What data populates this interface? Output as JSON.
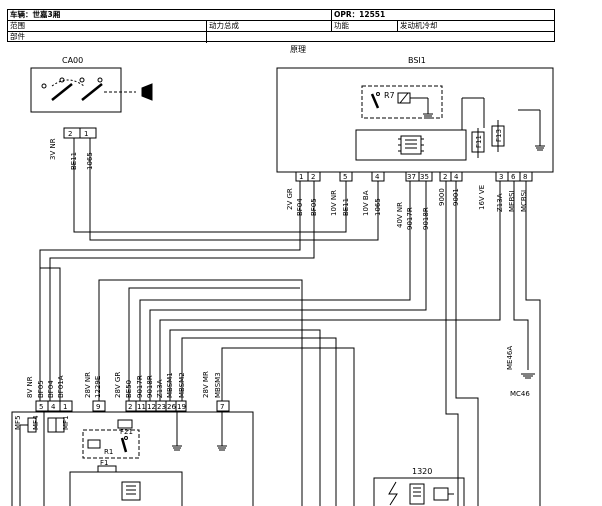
{
  "header": {
    "vehicle_label": "车辆：世嘉3厢",
    "opr_label": "OPR：12551",
    "scope_label": "范围",
    "scope_value": "动力总成",
    "function_label": "功能",
    "function_value": "发动机冷却",
    "part_label": "部件",
    "principle_label": "原理"
  },
  "components": {
    "ca00": "CA00",
    "bsi1": "BSI1",
    "r7": "R7",
    "f11": "F11",
    "f13": "F13",
    "r1": "R1",
    "f21": "F21",
    "f1": "F1",
    "c1320": "1320",
    "mc46": "MC46",
    "mf5": "MF5",
    "mf4": "MF4",
    "mf1": "MF1"
  },
  "connectors": {
    "ca00_conn": "3V NR",
    "ca00_pins": [
      "2",
      "1"
    ],
    "ca00_wires": [
      "BE11",
      "1065"
    ],
    "bsi_c1_conn": "2V GR",
    "bsi_c1_pins": [
      "1",
      "2"
    ],
    "bsi_c1_wires": [
      "BF04",
      "BF05"
    ],
    "bsi_c2_conn": "10V NR",
    "bsi_c2_pins": [
      "5"
    ],
    "bsi_c2_wires": [
      "BE11"
    ],
    "bsi_c3_conn": "10V BA",
    "bsi_c3_pins": [
      "4"
    ],
    "bsi_c3_wires": [
      "1065"
    ],
    "bsi_c4_conn": "40V NR",
    "bsi_c4_pins": [
      "37",
      "35"
    ],
    "bsi_c4_wires": [
      "9017R",
      "9018R"
    ],
    "bsi_c5_pins": [
      "2",
      "4"
    ],
    "bsi_c5_wires": [
      "9000",
      "9001"
    ],
    "bsi_c6_conn": "16V VE",
    "bsi_c6_pins": [
      "3",
      "6",
      "8"
    ],
    "bsi_c6_wires": [
      "Z13A",
      "MEBSI",
      "MCBSI"
    ],
    "ground_label": "ME46A",
    "bl_c1_conn": "8V NR",
    "bl_c1_pins": [
      "5",
      "4",
      "1"
    ],
    "bl_c1_wires": [
      "BF05",
      "BF04",
      "BF01A"
    ],
    "bl_c2_conn": "28V NR",
    "bl_c2_pins": [
      "9"
    ],
    "bl_c2_wires": [
      "1229E"
    ],
    "bl_c3_conn": "28V GR",
    "bl_c3_pins": [
      "2",
      "11",
      "12",
      "23",
      "26",
      "19"
    ],
    "bl_c3_wires": [
      "BE50",
      "9017R",
      "9018R",
      "Z13A",
      "MBSM1",
      "MBSM2"
    ],
    "bl_c4_conn": "28V MR",
    "bl_c4_pins": [
      "7"
    ],
    "bl_c4_wires": [
      "MBSM3"
    ]
  }
}
